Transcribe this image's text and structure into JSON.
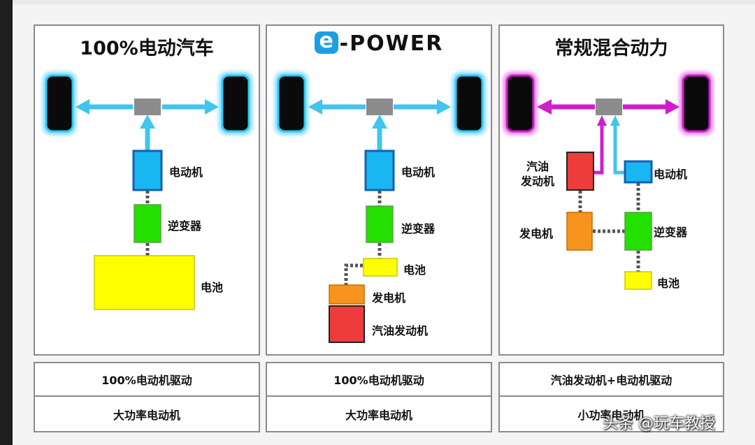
{
  "panels": [
    {
      "title": "100%电动汽车",
      "labels": {
        "motor": "电动机",
        "inverter": "逆变器",
        "battery": "电池"
      },
      "drive": "100%电动机驱动",
      "motor_type": "大功率电动机"
    },
    {
      "title": "e-POWER",
      "title_logo_letter": "e",
      "title_rest": "-POWER",
      "labels": {
        "motor": "电动机",
        "inverter": "逆变器",
        "battery": "电池",
        "generator": "发电机",
        "engine": "汽油发动机"
      },
      "drive": "100%电动机驱动",
      "motor_type": "大功率电动机"
    },
    {
      "title": "常规混合动力",
      "labels": {
        "engine_line1": "汽油",
        "engine_line2": "发动机",
        "motor": "电动机",
        "generator": "发电机",
        "inverter": "逆变器",
        "battery": "电池"
      },
      "drive": "汽油发动机+电动机驱动",
      "motor_type": "小功率电动机"
    }
  ],
  "watermark": "头条 @玩车教授",
  "colors": {
    "motor": "#19b7f2",
    "inverter": "#22e000",
    "battery": "#ffff00",
    "generator": "#f7941d",
    "engine": "#ee3b3b",
    "electric_flow": "#3fc5ee",
    "engine_flow": "#d01ec8",
    "gearbox": "#8c8c8c"
  }
}
